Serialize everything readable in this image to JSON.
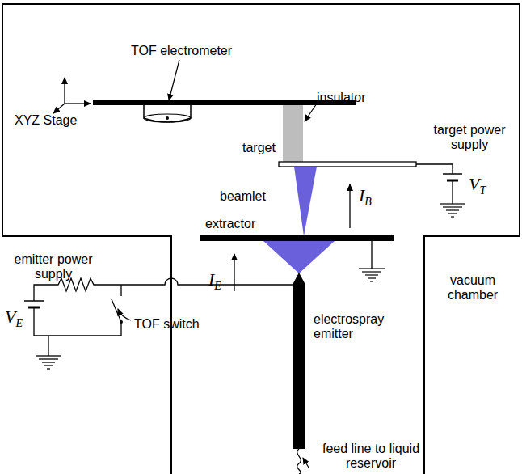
{
  "diagram": {
    "labels": [
      "TOF electrometer",
      "XYZ Stage",
      "insulator",
      "target",
      "target power supply",
      "VT",
      "beamlet",
      "IB",
      "extractor",
      "IE",
      "vacuum chamber",
      "electrospray emitter",
      "emitter power supply",
      "VE",
      "TOF switch",
      "feed line to liquid reservoir"
    ]
  }
}
